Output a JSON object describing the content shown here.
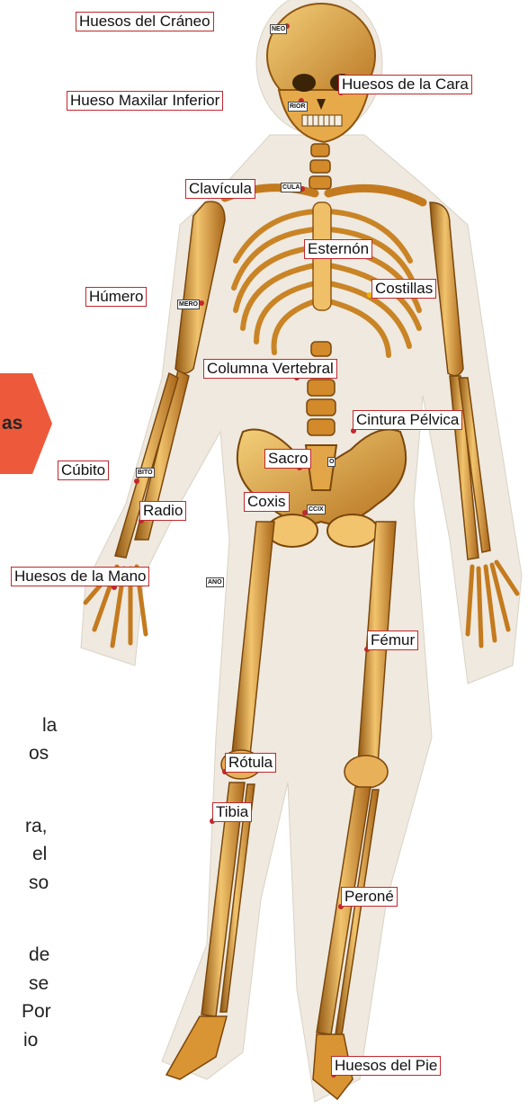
{
  "side_tab": {
    "text": "as",
    "color": "#ec5a3b"
  },
  "background_text": [
    "la",
    "os",
    "ra,",
    "el",
    "so",
    "de",
    "se",
    "Por",
    "io"
  ],
  "colors": {
    "bone": "#d38a2a",
    "bone_light": "#f2c46e",
    "bone_dark": "#8f5510",
    "halo": "#efe9df",
    "label_border": "#c0282e"
  },
  "labels": {
    "craneo": "Huesos del Cráneo",
    "craneo_tag": "NEO",
    "cara": "Huesos de la Cara",
    "maxilar": "Hueso Maxilar Inferior",
    "maxilar_tag": "RIOR",
    "clavicula": "Clavícula",
    "clavicula_tag": "CULA",
    "esternon": "Esternón",
    "costillas": "Costillas",
    "humero": "Húmero",
    "humero_tag": "MERO",
    "columna": "Columna Vertebral",
    "cintura": "Cintura Pélvica",
    "sacro": "Sacro",
    "sacro_tag": "O",
    "cubito": "Cúbito",
    "cubito_tag": "BITO",
    "radio": "Radio",
    "coxis": "Coxis",
    "coxis_tag": "CCIX",
    "mano": "Huesos de la Mano",
    "mano_tag": "ANO",
    "femur": "Fémur",
    "rotula": "Rótula",
    "tibia": "Tibia",
    "perone": "Peroné",
    "pie": "Huesos del Pie"
  }
}
